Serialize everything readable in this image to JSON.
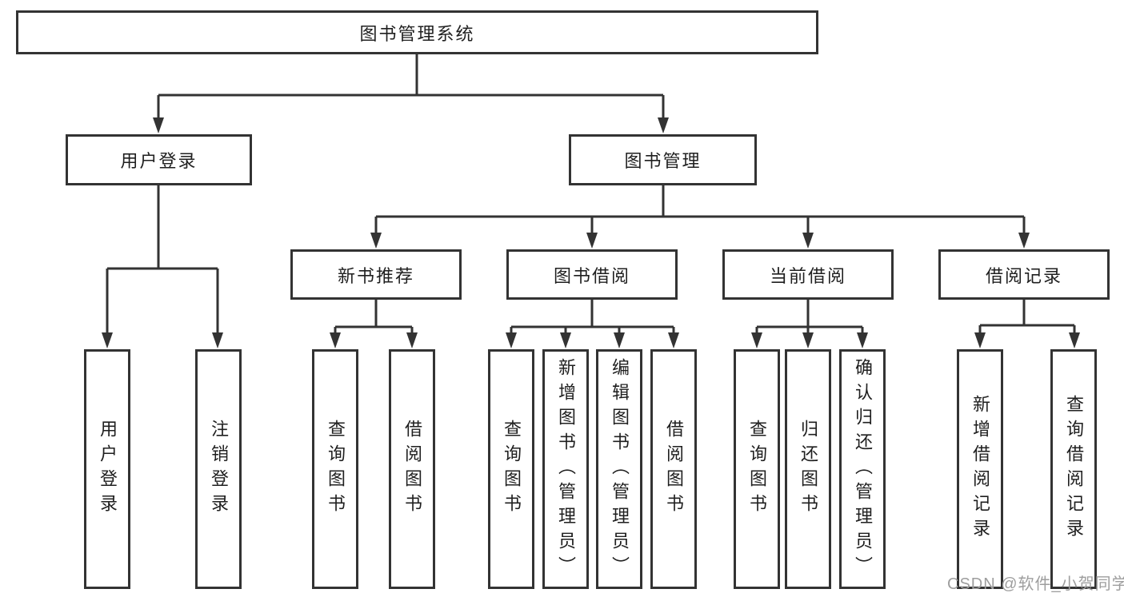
{
  "diagram": {
    "type": "hierarchy-tree",
    "root": {
      "label": "图书管理系统"
    },
    "level2": [
      {
        "id": "user-login",
        "label": "用户登录",
        "parent": "图书管理系统"
      },
      {
        "id": "book-management",
        "label": "图书管理",
        "parent": "图书管理系统"
      }
    ],
    "level3": [
      {
        "id": "new-book-recommend",
        "label": "新书推荐",
        "parent": "图书管理"
      },
      {
        "id": "book-borrow",
        "label": "图书借阅",
        "parent": "图书管理"
      },
      {
        "id": "current-borrow",
        "label": "当前借阅",
        "parent": "图书管理"
      },
      {
        "id": "borrow-records",
        "label": "借阅记录",
        "parent": "图书管理"
      }
    ],
    "leaves": [
      {
        "id": "leaf-user-login",
        "label": "用户登录",
        "parent": "用户登录"
      },
      {
        "id": "leaf-logout",
        "label": "注销登录",
        "parent": "用户登录"
      },
      {
        "id": "leaf-query-books-1",
        "label": "查询图书",
        "parent": "新书推荐"
      },
      {
        "id": "leaf-borrow-books-1",
        "label": "借阅图书",
        "parent": "新书推荐"
      },
      {
        "id": "leaf-query-books-2",
        "label": "查询图书",
        "parent": "图书借阅"
      },
      {
        "id": "leaf-add-books-admin",
        "label": "新增图书（管理员）",
        "parent": "图书借阅"
      },
      {
        "id": "leaf-edit-books-admin",
        "label": "编辑图书（管理员）",
        "parent": "图书借阅"
      },
      {
        "id": "leaf-borrow-books-2",
        "label": "借阅图书",
        "parent": "图书借阅"
      },
      {
        "id": "leaf-query-books-3",
        "label": "查询图书",
        "parent": "当前借阅"
      },
      {
        "id": "leaf-return-books",
        "label": "归还图书",
        "parent": "当前借阅"
      },
      {
        "id": "leaf-confirm-return-admin",
        "label": "确认归还（管理员）",
        "parent": "当前借阅"
      },
      {
        "id": "leaf-add-borrow-record",
        "label": "新增借阅记录",
        "parent": "借阅记录"
      },
      {
        "id": "leaf-query-borrow-record",
        "label": "查询借阅记录",
        "parent": "借阅记录"
      }
    ],
    "watermark": {
      "text": "CSDN @软件_小贺同学"
    },
    "colors": {
      "line": "#333333",
      "box_border": "#333333",
      "text": "#1f1f1f",
      "watermark": "#9e9e9e",
      "background": "#ffffff"
    }
  }
}
